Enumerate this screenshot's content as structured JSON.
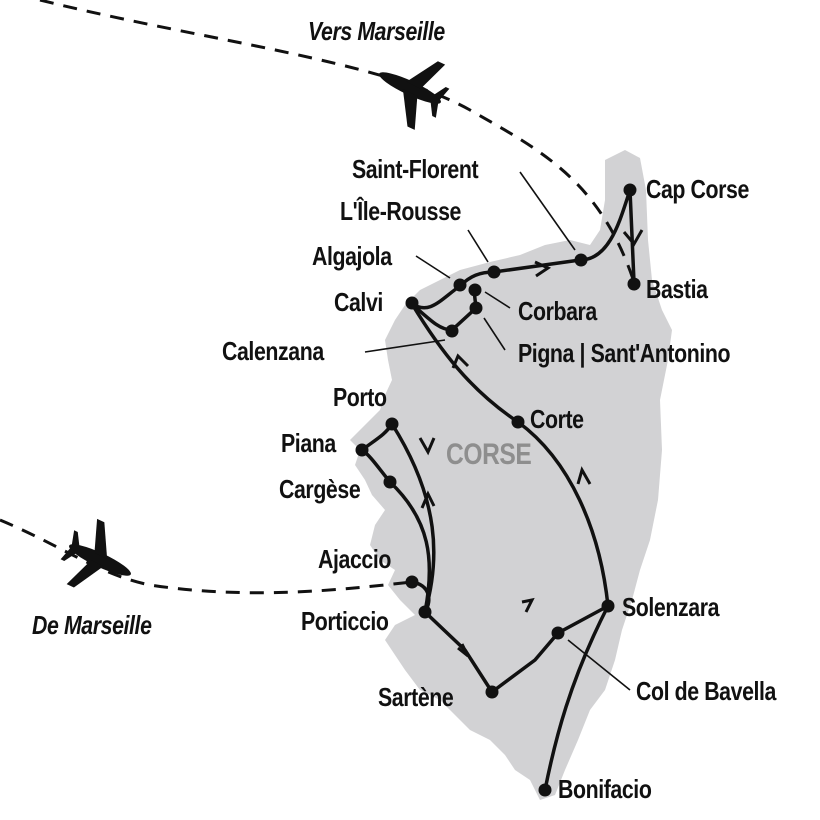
{
  "map": {
    "region_label": "CORSE",
    "colors": {
      "island": "#d2d2d4",
      "route": "#111111",
      "region_text": "#8e8e8e",
      "background": "#ffffff"
    },
    "flights": [
      {
        "label": "Vers Marseille",
        "icon": "airplane-icon"
      },
      {
        "label": "De Marseille",
        "icon": "airplane-icon"
      }
    ],
    "stops": [
      {
        "name": "Saint-Florent"
      },
      {
        "name": "Cap Corse"
      },
      {
        "name": "L'Île-Rousse"
      },
      {
        "name": "Algajola"
      },
      {
        "name": "Calvi"
      },
      {
        "name": "Corbara"
      },
      {
        "name": "Bastia"
      },
      {
        "name": "Calenzana"
      },
      {
        "name": "Pigna | Sant'Antonino"
      },
      {
        "name": "Porto"
      },
      {
        "name": "Corte"
      },
      {
        "name": "Piana"
      },
      {
        "name": "Cargèse"
      },
      {
        "name": "Ajaccio"
      },
      {
        "name": "Porticcio"
      },
      {
        "name": "Solenzara"
      },
      {
        "name": "Sartène"
      },
      {
        "name": "Col de Bavella"
      },
      {
        "name": "Bonifacio"
      }
    ]
  }
}
